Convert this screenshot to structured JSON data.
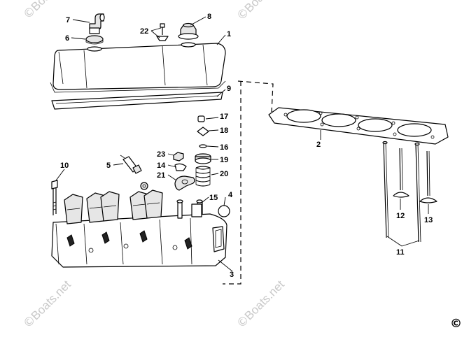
{
  "diagram": {
    "callouts": {
      "c1": "1",
      "c2": "2",
      "c3": "3",
      "c4": "4",
      "c5": "5",
      "c6": "6",
      "c7": "7",
      "c8": "8",
      "c9": "9",
      "c10": "10",
      "c11": "11",
      "c12": "12",
      "c13": "13",
      "c14": "14",
      "c15": "15",
      "c16": "16",
      "c17": "17",
      "c18": "18",
      "c19": "19",
      "c20": "20",
      "c21": "21",
      "c22": "22",
      "c23": "23"
    },
    "watermark": {
      "text": "Boats.net",
      "symbol": "©"
    },
    "copyright_symbol": "©"
  }
}
